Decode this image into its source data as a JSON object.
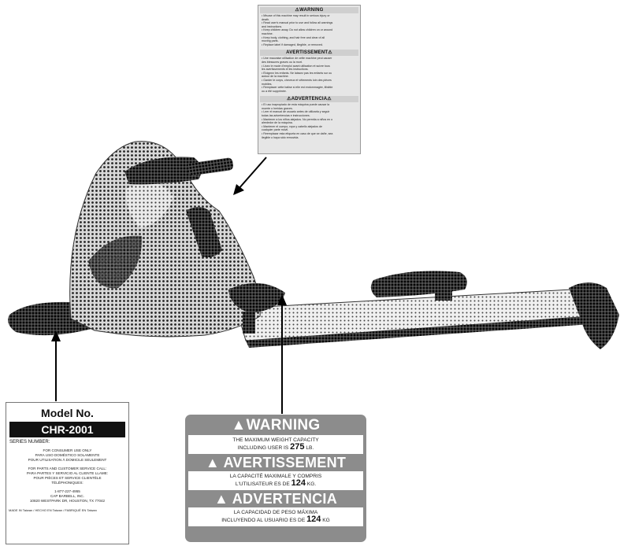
{
  "top_label": {
    "warning_heading": "⚠WARNING",
    "warning_lines": [
      "• Misuse of this machine may result in serious injury or",
      "  death.",
      "• Read user's manual prior to use and follow all warnings",
      "  and instructions.",
      "• Keep children away. Do not allow children on or around",
      "  machine.",
      "• Keep body, clothing, and hair free and clear of all",
      "  moving parts.",
      "• Replace label if damaged, illegible, or removed."
    ],
    "avertissement_heading": "AVERTISSEMENT⚠",
    "avertissement_lines": [
      "• Une mauvaise utilisation de cette machine peut causer",
      "  des blessures graves ou la mort.",
      "• Lisez le mode d'emploi avant utilisation et suivre tous",
      "  les avertissements et les instructions.",
      "• Éloignez les enfants. Ne laissez pas les enfants sur ou",
      "  autour de la machine.",
      "• Garder le corps, cheveux et vêtements loin des pièces",
      "  mobiles.",
      "• Remplacer cette balise si elle est endommagée, illisible",
      "  ou a été supprimée."
    ],
    "advertencia_heading": "⚠ADVERTENCIA⚠",
    "advertencia_lines": [
      "• El uso inapropiado de esta máquina puede causar la",
      "  muerte o heridas graves.",
      "• Leer el manual de usuario antes de utilizarla y seguir",
      "  todas las advertencias e instrucciones.",
      "• Mantener a los niños alejados. No permita a niños en o",
      "  alrededor de la máquina.",
      "• Mantener el cuerpo, ropa y cabello alejados de",
      "  cualquier parte móvil.",
      "• Reemplazar esta etiqueta en caso de que se dañe, sea",
      "  ilegible o haya sido removida."
    ]
  },
  "model_label": {
    "title": "Model No.",
    "model": "CHR-2001",
    "series": "SERIES NUMBER:",
    "consumer_lines": [
      "FOR CONSUMER USE ONLY",
      "PARA USO DOMÉSTICO SOLAMENTE",
      "POUR UTILISATION À DOMICILE SEULEMENT"
    ],
    "service_lines": [
      "FOR PARTS AND CUSTOMER SERVICE CALL:",
      "PARA PARTES Y SERVICIO AL CLIENTE LLAME:",
      "POUR PIÈCES ET SERVICE CLIENTÈLE",
      "TÉLÉPHONIQUES:"
    ],
    "contact_lines": [
      "1-877-227-4955",
      "CAP BARBELL, INC.",
      "10820 WESTPARK DR, HOUSTON, TX 77042"
    ],
    "footer": "MADE IN Taiwan / HECHO EN Taiwan / FABRIQUÉ EN Taiwan"
  },
  "weight_label": {
    "en_heading": "▲WARNING",
    "en_line1": "THE MAXIMUM WEIGHT CAPACITY",
    "en_line2": "INCLUDING USER IS",
    "en_value": "275",
    "en_unit": "LB.",
    "fr_heading": "▲ AVERTISSEMENT",
    "fr_line1": "LA CAPACITÉ MAXIMALE Y COMPRIS",
    "fr_line2": "L'UTILISATEUR ES DE",
    "fr_value": "124",
    "fr_unit": "KG.",
    "es_heading": "▲ ADVERTENCIA",
    "es_line1": "LA CAPACIDAD DE PESO MÁXIMA",
    "es_line2": "INCLUYENDO AL USUARIO ES DE",
    "es_value": "124",
    "es_unit": "KG"
  }
}
